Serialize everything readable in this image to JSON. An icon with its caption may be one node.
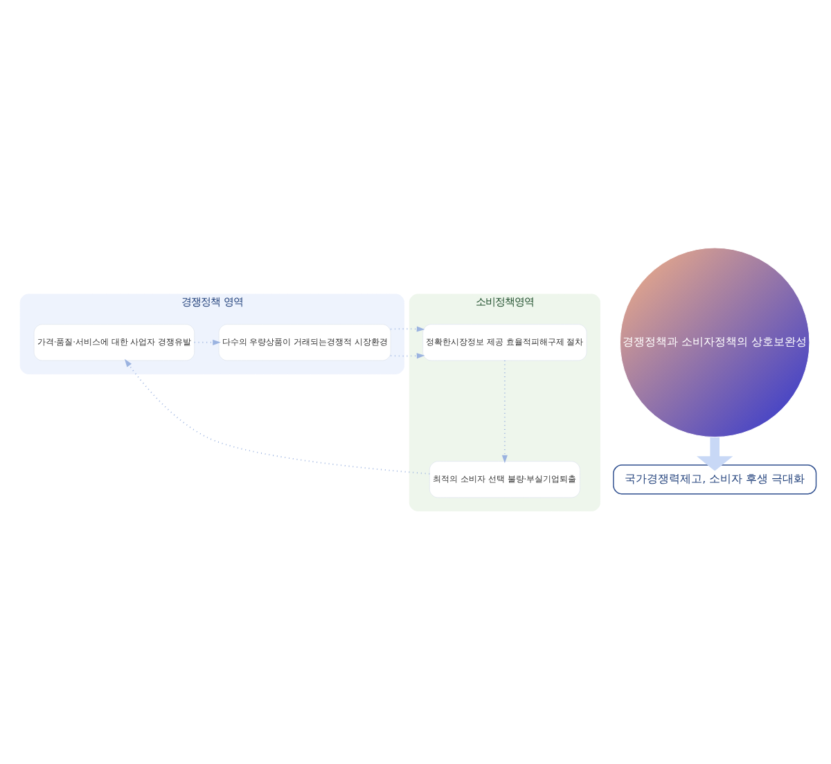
{
  "diagram": {
    "nodes": [
      {
        "text": [
          "경쟁정책 영역"
        ]
      },
      {
        "text": [
          "다수의 우량상품이 거래되는경쟁적 시장환경"
        ],
        "in": 0
      },
      {
        "text": [
          "가격·품질·서비스에 대한 사업자 경쟁유발"
        ],
        "in": 0
      },
      {
        "text": [
          "소비정책영역"
        ]
      },
      {
        "text": [
          "정확한시장정보 제공 효율적피해구제 절차"
        ],
        "in": 3
      },
      {
        "text": [
          "최적의 소비자 선택 불량·부실기업퇴출"
        ],
        "in": 3
      },
      {
        "text": [
          "경쟁정책과 소비자정책의 상호보완성"
        ]
      },
      {
        "text": [
          "국가경쟁력제고, 소비자 후생 극대화"
        ]
      }
    ],
    "edges": [
      {
        "from": 1,
        "to": 4,
        "arrow": "to",
        "style": "dashed"
      },
      {
        "from": 4,
        "to": 5,
        "arrow": "to",
        "style": "dashed"
      },
      {
        "from": 5,
        "to": 2,
        "arrow": "to",
        "style": "dashed"
      },
      {
        "from": 2,
        "to": 1,
        "arrow": "to",
        "style": "dashed"
      },
      {
        "from": 6,
        "to": 7,
        "arrow": "to",
        "style": "thick",
        "color": "#c8d8f6"
      }
    ]
  }
}
